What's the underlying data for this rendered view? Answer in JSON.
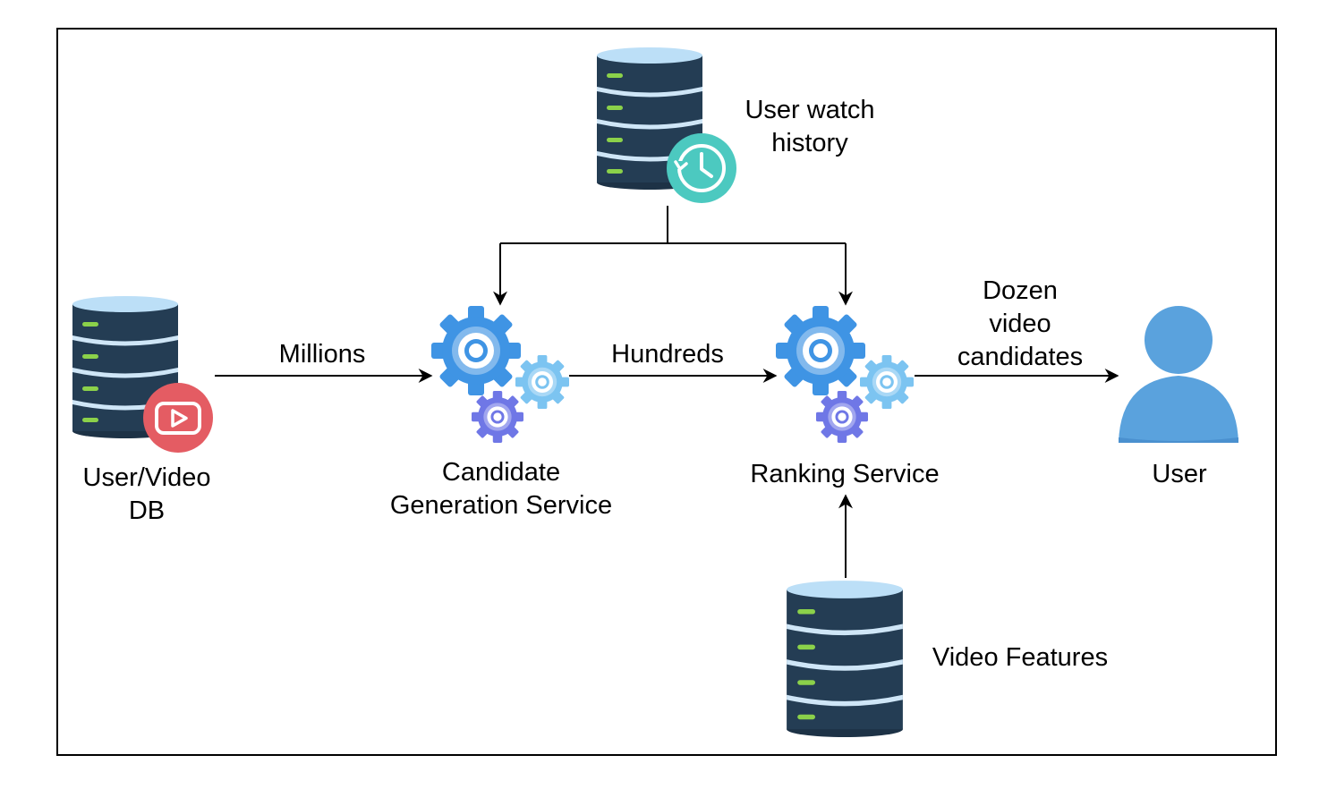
{
  "colors": {
    "db_body": "#243d54",
    "db_stripe": "#cfe6f7",
    "db_top": "#bcdff7",
    "db_led": "#8bd14a",
    "history_badge": "#4cc9c0",
    "video_badge": "#e45c63",
    "gear_blue": "#3f94e4",
    "gear_light": "#7cc4f1",
    "gear_purple": "#6f77e6",
    "user_icon": "#5aa2dd",
    "arrow": "#000000"
  },
  "nodes": {
    "watch_history": {
      "line1": "User watch",
      "line2": "history",
      "icon": "database-history-icon"
    },
    "user_video_db": {
      "line1": "User/Video",
      "line2": "DB",
      "icon": "database-video-icon"
    },
    "candidate_gen": {
      "line1": "Candidate",
      "line2": "Generation Service",
      "icon": "gears-icon"
    },
    "ranking": {
      "label": "Ranking Service",
      "icon": "gears-icon"
    },
    "user": {
      "label": "User",
      "icon": "user-icon"
    },
    "video_features": {
      "label": "Video Features",
      "icon": "database-icon"
    }
  },
  "edges": {
    "db_to_candidate": "Millions",
    "candidate_to_ranking": "Hundreds",
    "ranking_to_user": {
      "line1": "Dozen",
      "line2": "video",
      "line3": "candidates"
    }
  }
}
